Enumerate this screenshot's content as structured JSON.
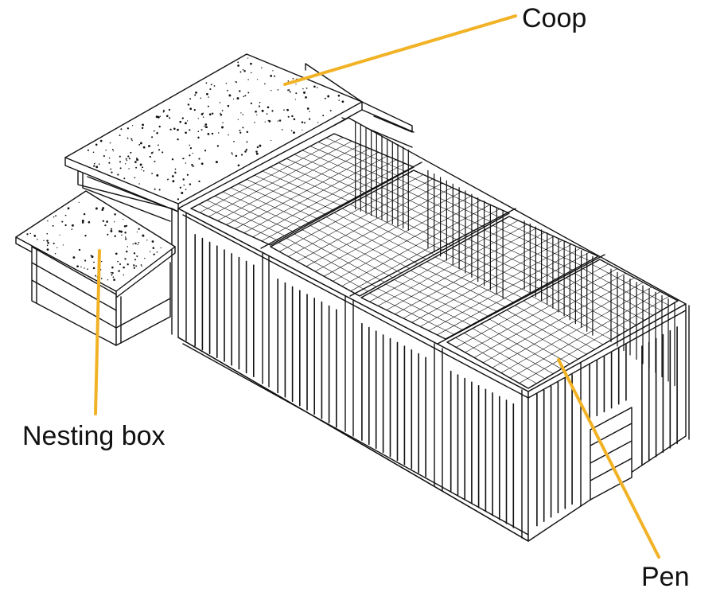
{
  "labels": {
    "coop": "Coop",
    "nesting_box": "Nesting box",
    "pen": "Pen"
  },
  "colors": {
    "leader_line": "#F2B225",
    "line_art": "#111111",
    "background": "#FFFFFF"
  }
}
